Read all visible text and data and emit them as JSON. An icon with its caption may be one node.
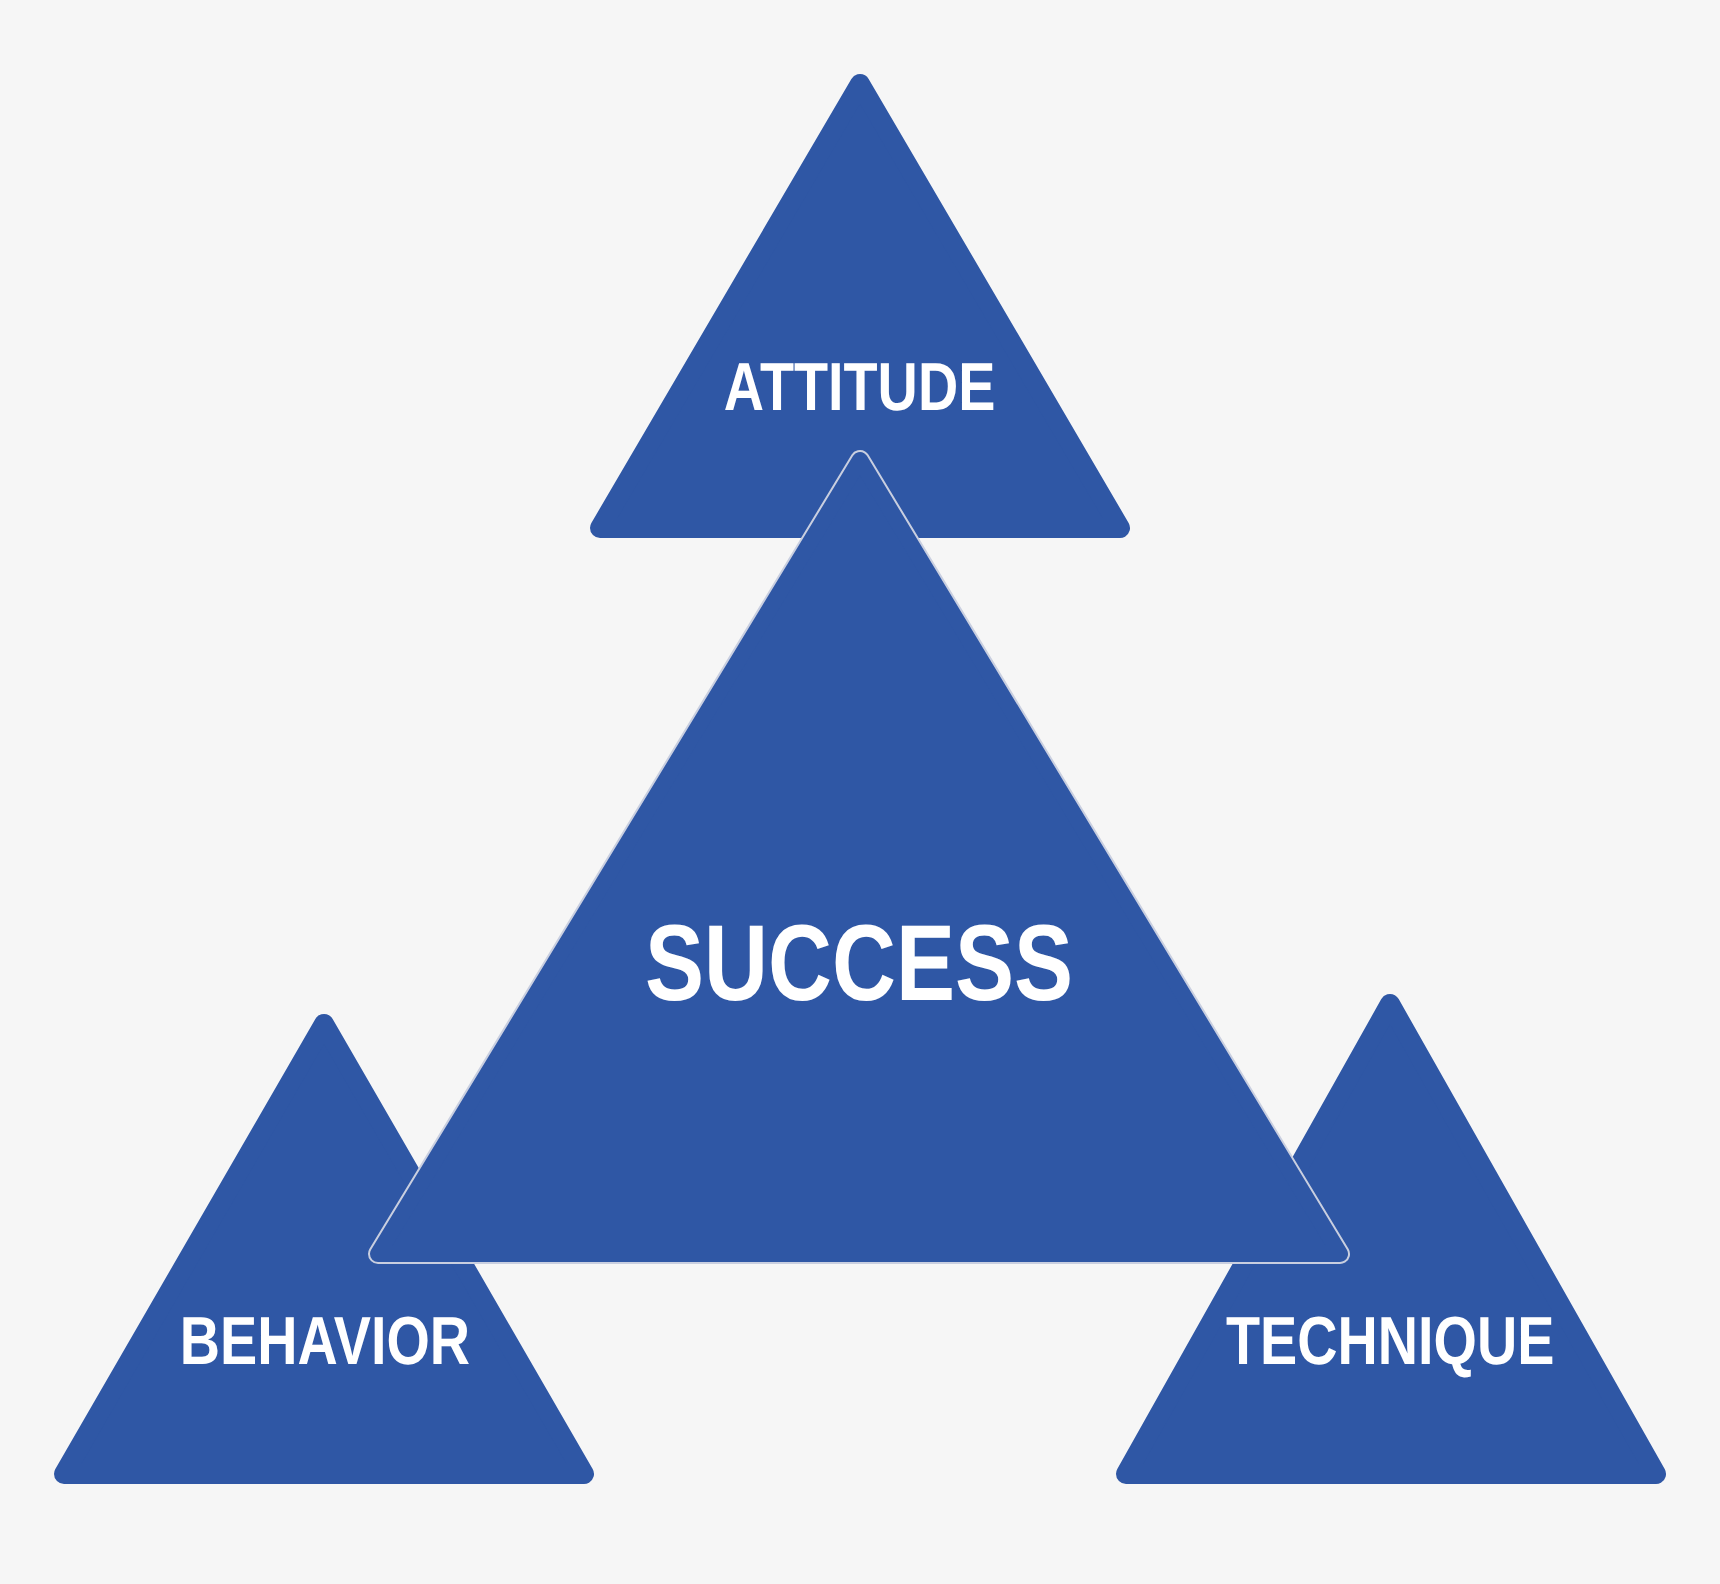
{
  "diagram": {
    "nodes": [
      {
        "text": [
          "ATTITUDE"
        ]
      },
      {
        "text": [
          "SUCCESS"
        ]
      },
      {
        "text": [
          "BEHAVIOR"
        ]
      },
      {
        "text": [
          "TECHNIQUE"
        ]
      }
    ]
  }
}
